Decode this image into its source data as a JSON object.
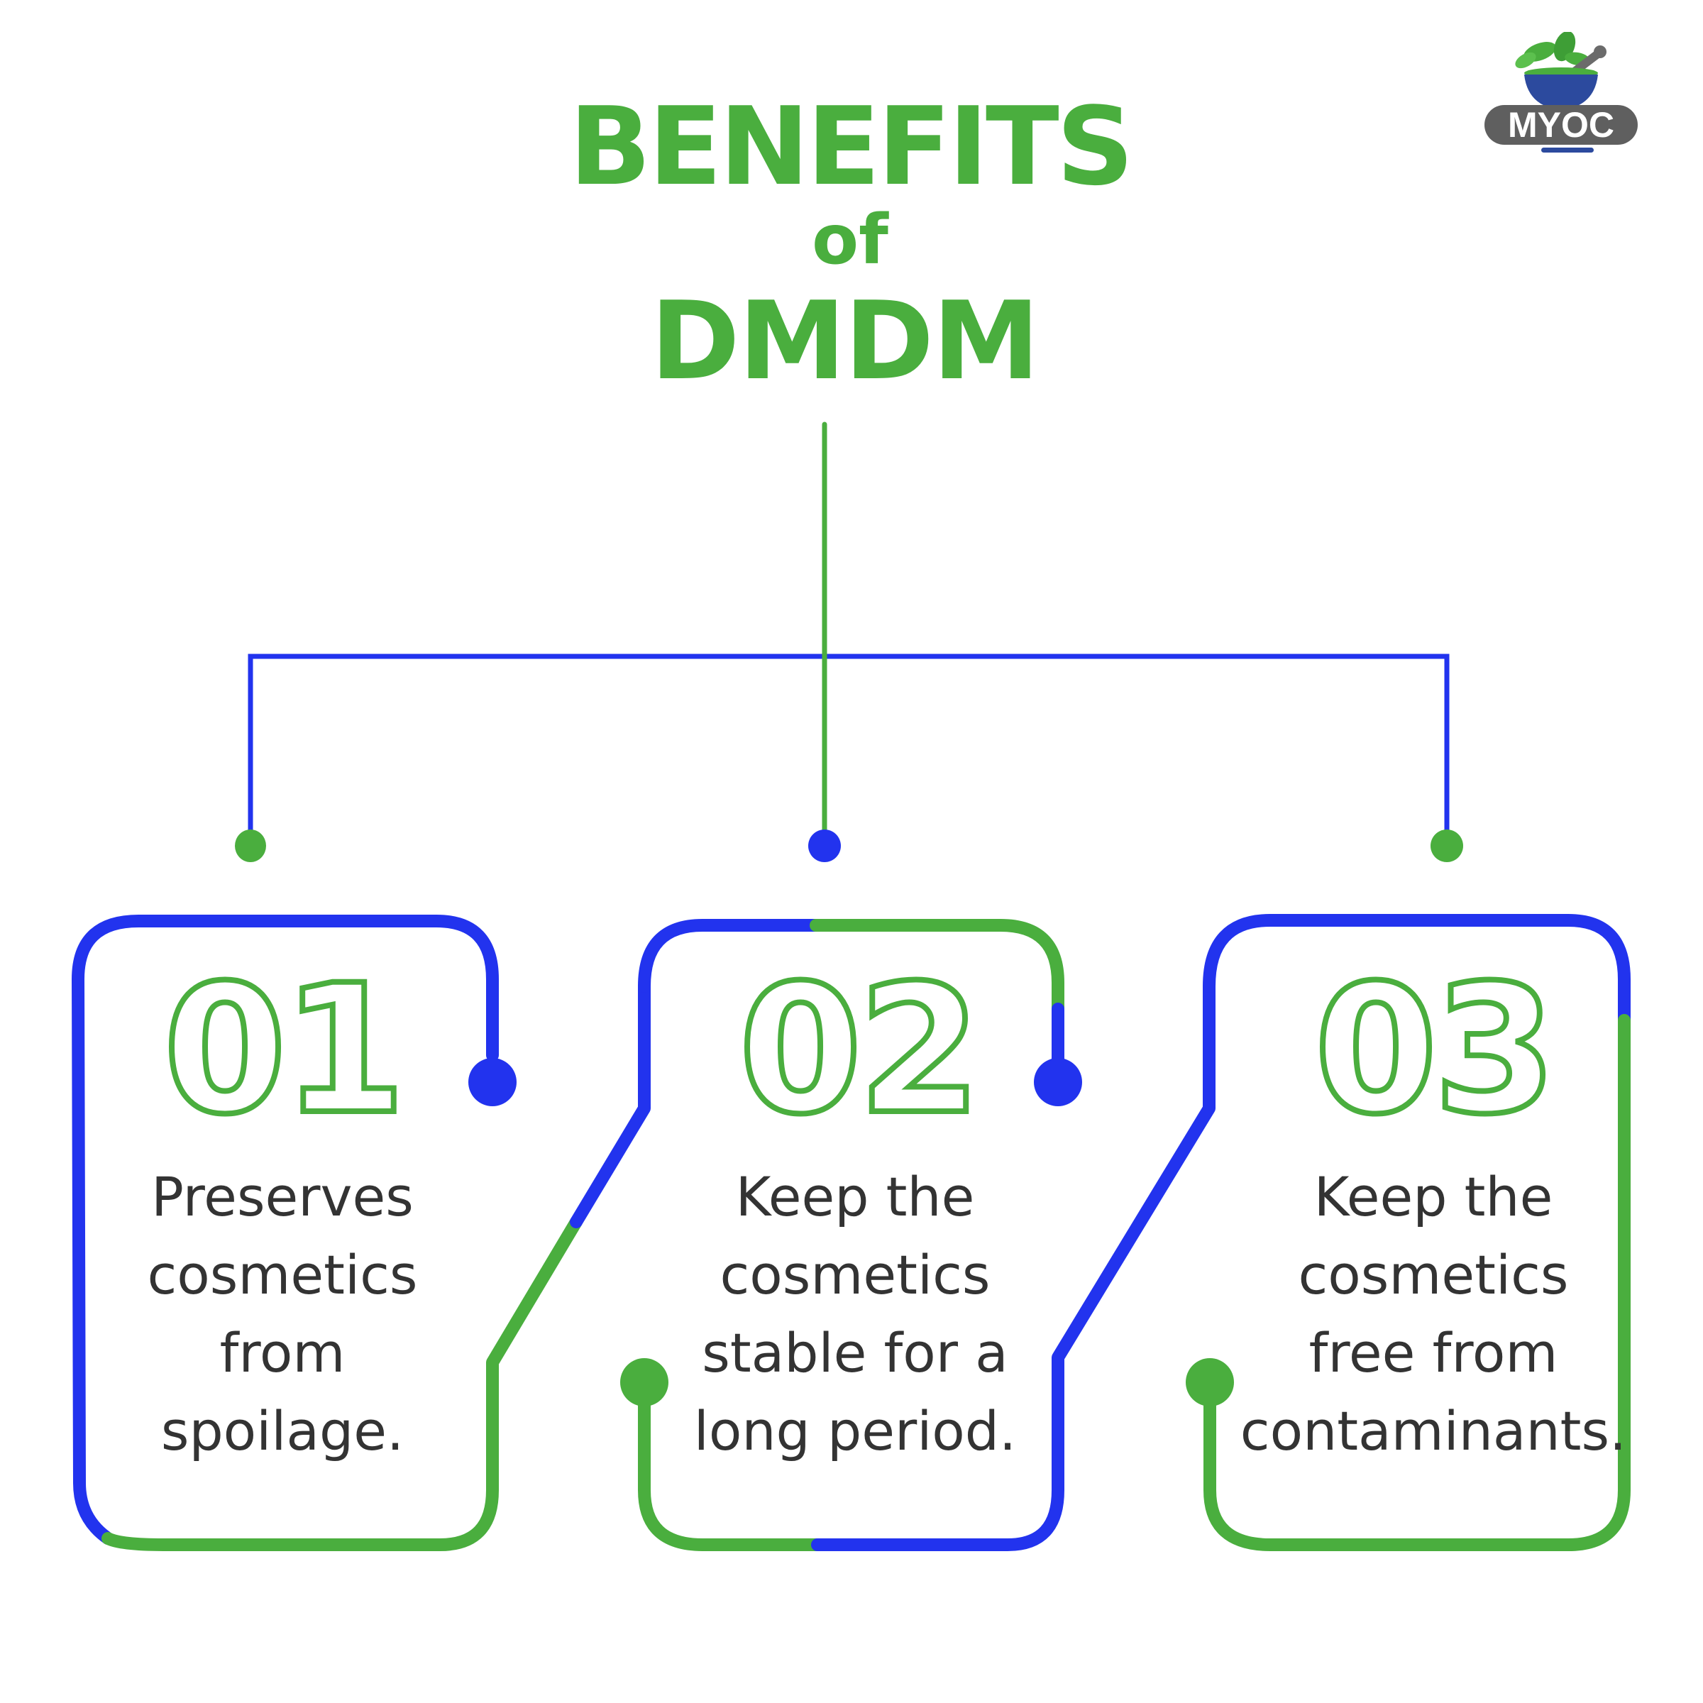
{
  "title": {
    "line1": "BENEFITS",
    "line2": "of",
    "line3": "DMDM"
  },
  "logo": {
    "text": "MYOC",
    "icon": "mortar-pestle-herbs-icon"
  },
  "colors": {
    "green": "#4aae3e",
    "blue": "#2233ee",
    "text": "#333333",
    "logo_gray": "#5f5f5f",
    "logo_bowl": "#2c4a9e"
  },
  "cards": [
    {
      "number": "01",
      "lines": [
        "Preserves",
        "cosmetics",
        "from",
        "spoilage."
      ]
    },
    {
      "number": "02",
      "lines": [
        "Keep the",
        "cosmetics",
        "stable for a",
        "long period."
      ]
    },
    {
      "number": "03",
      "lines": [
        "Keep the",
        "cosmetics",
        "free from",
        "contaminants."
      ]
    }
  ]
}
